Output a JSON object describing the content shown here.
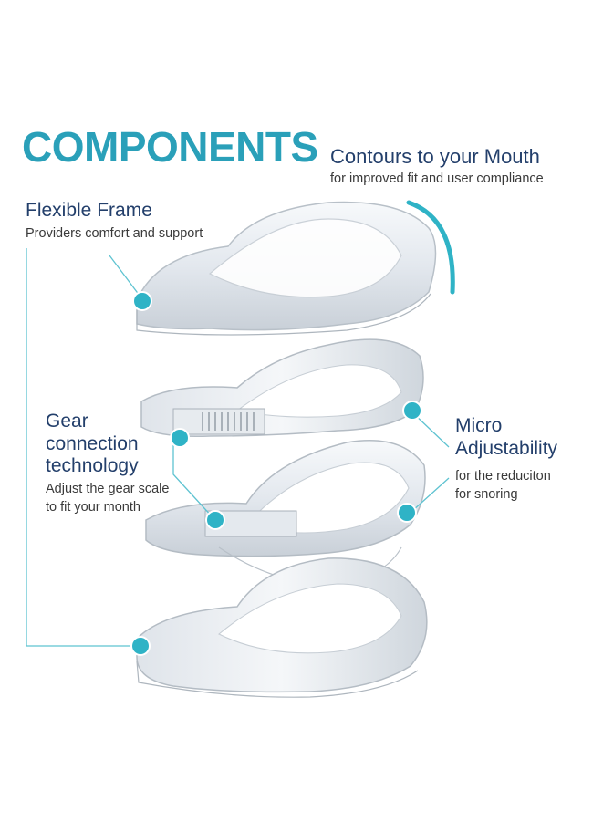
{
  "title": "COMPONENTS",
  "callouts": {
    "contours": {
      "heading": "Contours to your Mouth",
      "subtext": "for improved fit and user compliance"
    },
    "flexible_frame": {
      "heading": "Flexible Frame",
      "subtext": "Providers comfort and support"
    },
    "gear_connection": {
      "heading_lines": [
        "Gear",
        "connection",
        "technology"
      ],
      "subtext_lines": [
        "Adjust the gear scale",
        "to fit your month"
      ]
    },
    "micro_adjustability": {
      "heading_lines": [
        "Micro",
        "Adjustability"
      ],
      "subtext_lines": [
        "for the reduciton",
        "for snoring"
      ]
    }
  },
  "colors": {
    "title": "#2aa0b9",
    "heading": "#233f6b",
    "accent_dot": "#2fb3c6",
    "leader_line": "#5ec3d1"
  }
}
